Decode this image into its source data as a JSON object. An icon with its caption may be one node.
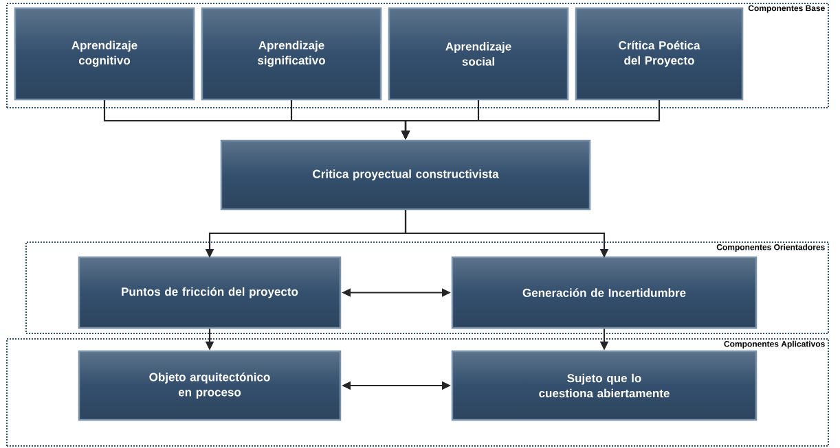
{
  "diagram": {
    "nodes": [
      {
        "text": [
          "Componentes Base"
        ]
      },
      {
        "text": [
          "Aprendizaje cognitivo"
        ],
        "in": 0
      },
      {
        "text": [
          "Aprendizaje significativo"
        ],
        "in": 0
      },
      {
        "text": [
          "Aprendizaje social"
        ],
        "in": 0
      },
      {
        "text": [
          "Crítica Poética del Proyecto"
        ],
        "in": 0
      },
      {
        "text": [
          "Critica proyectual constructivista"
        ]
      },
      {
        "text": [
          "Componentes Orientadores"
        ]
      },
      {
        "text": [
          "Puntos de fricción del proyecto"
        ],
        "in": 6
      },
      {
        "text": [
          "Generación de Incertidumbre"
        ],
        "in": 6
      },
      {
        "text": [
          "Componentes Aplicativos"
        ]
      },
      {
        "text": [
          "Objeto arquitectónico en proceso"
        ],
        "in": 9
      },
      {
        "text": [
          "Sujeto que lo cuestiona abiertamente"
        ],
        "in": 9
      }
    ],
    "edges": [
      {
        "from": 1,
        "to": 5,
        "arrow": "to"
      },
      {
        "from": 2,
        "to": 5,
        "arrow": "to"
      },
      {
        "from": 3,
        "to": 5,
        "arrow": "to"
      },
      {
        "from": 4,
        "to": 5,
        "arrow": "to"
      },
      {
        "from": 5,
        "to": 7,
        "arrow": "to"
      },
      {
        "from": 5,
        "to": 8,
        "arrow": "to"
      },
      {
        "from": 7,
        "to": 8,
        "arrow": "both"
      },
      {
        "from": 7,
        "to": 10,
        "arrow": "to"
      },
      {
        "from": 8,
        "to": 11,
        "arrow": "to"
      },
      {
        "from": 10,
        "to": 11,
        "arrow": "both"
      }
    ]
  }
}
